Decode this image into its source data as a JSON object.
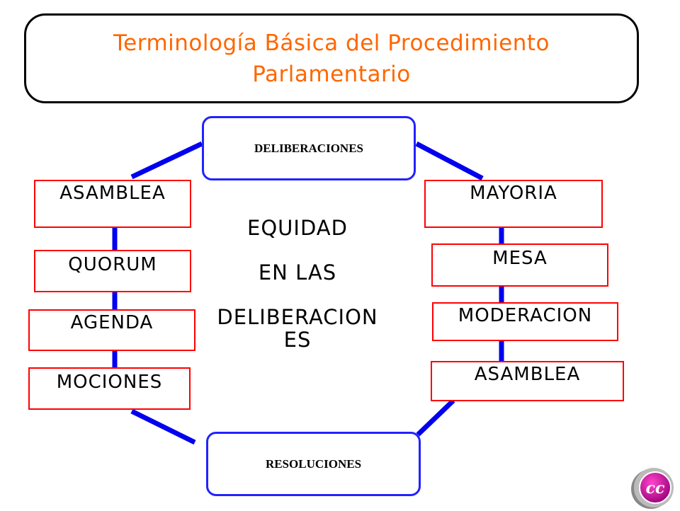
{
  "title": {
    "line1": "Terminología Básica del Procedimiento",
    "line2": "Parlamentario"
  },
  "nodes": {
    "top": "DELIBERACIONES",
    "bottom": "RESOLUCIONES"
  },
  "left_terms": [
    "ASAMBLEA",
    "QUORUM",
    "AGENDA",
    "MOCIONES"
  ],
  "right_terms": [
    "MAYORIA",
    "MESA",
    "MODERACION",
    "ASAMBLEA"
  ],
  "center": {
    "line1": "EQUIDAD",
    "line2": "EN LAS",
    "line3a": "DELIBERACION",
    "line3b": "ES"
  },
  "logo": {
    "text": "cc",
    "color": "#cc0099",
    "icon": "cc-logo-icon"
  },
  "colors": {
    "title_text": "#ff6600",
    "connector": "#0000ee",
    "node_border": "#2222ff",
    "term_border": "#ff0000"
  }
}
